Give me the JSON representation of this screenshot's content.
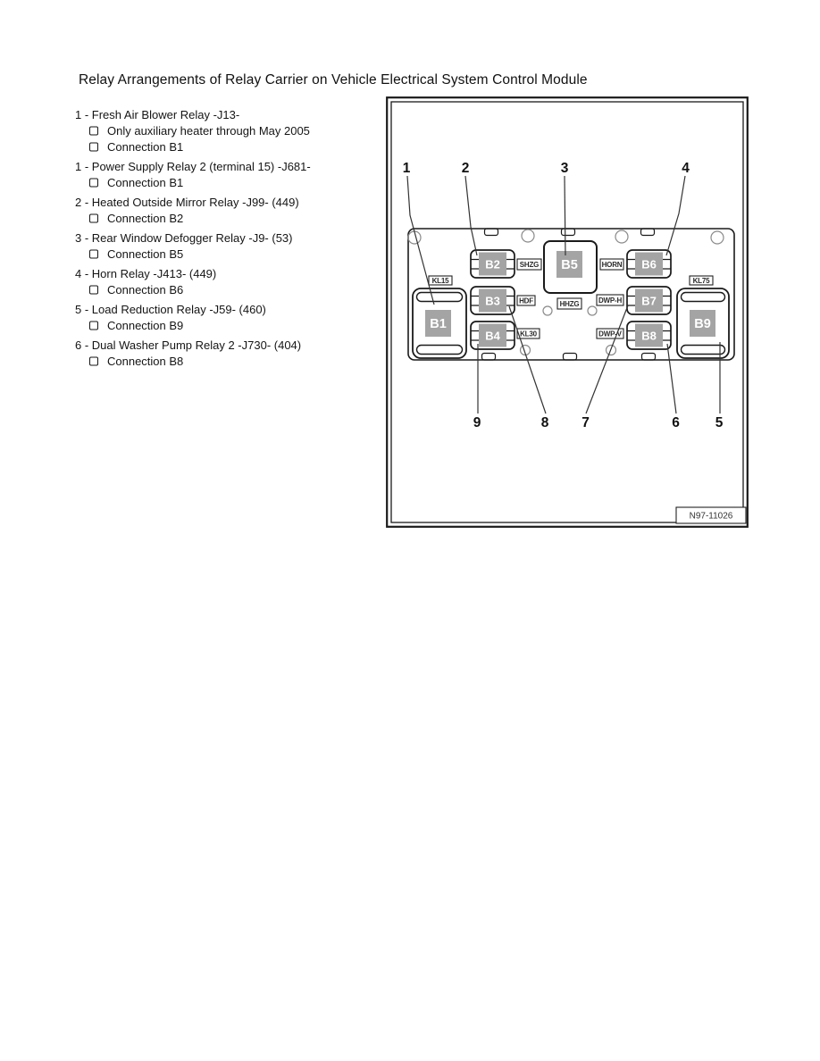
{
  "page": {
    "title": "Relay Arrangements of Relay Carrier on Vehicle Electrical System Control Module"
  },
  "relay_list": {
    "items": [
      {
        "label": "1 - Fresh Air Blower Relay -J13-",
        "subs": [
          "Only auxiliary heater through May 2005",
          "Connection B1"
        ]
      },
      {
        "label": "1 - Power Supply Relay 2 (terminal 15) -J681-",
        "subs": [
          "Connection B1"
        ]
      },
      {
        "label": "2 - Heated Outside Mirror Relay -J99- (449)",
        "subs": [
          "Connection B2"
        ]
      },
      {
        "label": "3 - Rear Window Defogger Relay -J9- (53)",
        "subs": [
          "Connection B5"
        ]
      },
      {
        "label": "4 - Horn Relay -J413- (449)",
        "subs": [
          "Connection B6"
        ]
      },
      {
        "label": "5 - Load Reduction Relay -J59- (460)",
        "subs": [
          "Connection B9"
        ]
      },
      {
        "label": "6 - Dual Washer Pump Relay 2 -J730- (404)",
        "subs": [
          "Connection B8"
        ]
      }
    ]
  },
  "diagram": {
    "callouts_top": [
      "1",
      "2",
      "3",
      "4"
    ],
    "callouts_bottom": [
      "9",
      "8",
      "7",
      "6",
      "5"
    ],
    "relays": {
      "b1": "B1",
      "b2": "B2",
      "b3": "B3",
      "b4": "B4",
      "b5": "B5",
      "b6": "B6",
      "b7": "B7",
      "b8": "B8",
      "b9": "B9"
    },
    "connector_labels": {
      "kl15": "KL15",
      "shzg": "SHZG",
      "horn": "HORN",
      "hdf": "HDF",
      "hhzg": "HHZG",
      "dwp_h": "DWP-H",
      "kl30": "KL30",
      "dwp_v": "DWP-V",
      "kl75": "KL75"
    },
    "figure_number": "N97-11026",
    "colors": {
      "relay_plate_fill": "#a4a4a4",
      "relay_plate_text": "#ffffff",
      "line": "#1a1a1a"
    }
  }
}
